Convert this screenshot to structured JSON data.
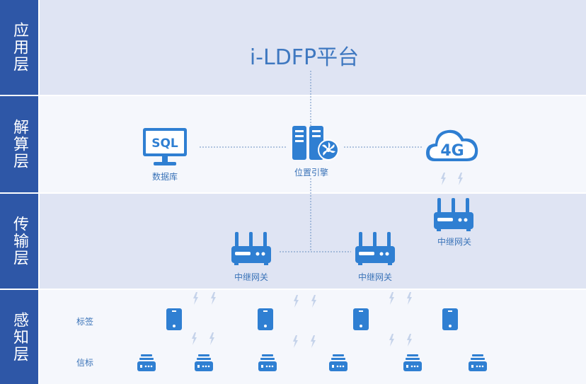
{
  "layers": {
    "application": "应用层",
    "solving": "解算层",
    "transmission": "传输层",
    "perception": "感知层"
  },
  "platform_title": "i-LDFP平台",
  "nodes": {
    "database_label": "数据库",
    "database_icon_text": "SQL",
    "engine_label": "位置引擎",
    "cloud_icon_text": "4G",
    "gateway_label": "中继网关"
  },
  "rows": {
    "tags_label": "标签",
    "beacons_label": "信标"
  },
  "colors": {
    "sidebar": "#2e57a7",
    "band_light": "#dfe4f3",
    "band_white": "#f5f7fc",
    "icon": "#2f7fd2",
    "line": "#6a8fc2"
  },
  "icons": {
    "database": "sql-monitor-icon",
    "engine": "server-fan-icon",
    "cloud": "cloud-4g-icon",
    "gateway": "router-icon",
    "tag": "tag-device-icon",
    "beacon": "beacon-device-icon",
    "signal": "lightning-icon"
  }
}
